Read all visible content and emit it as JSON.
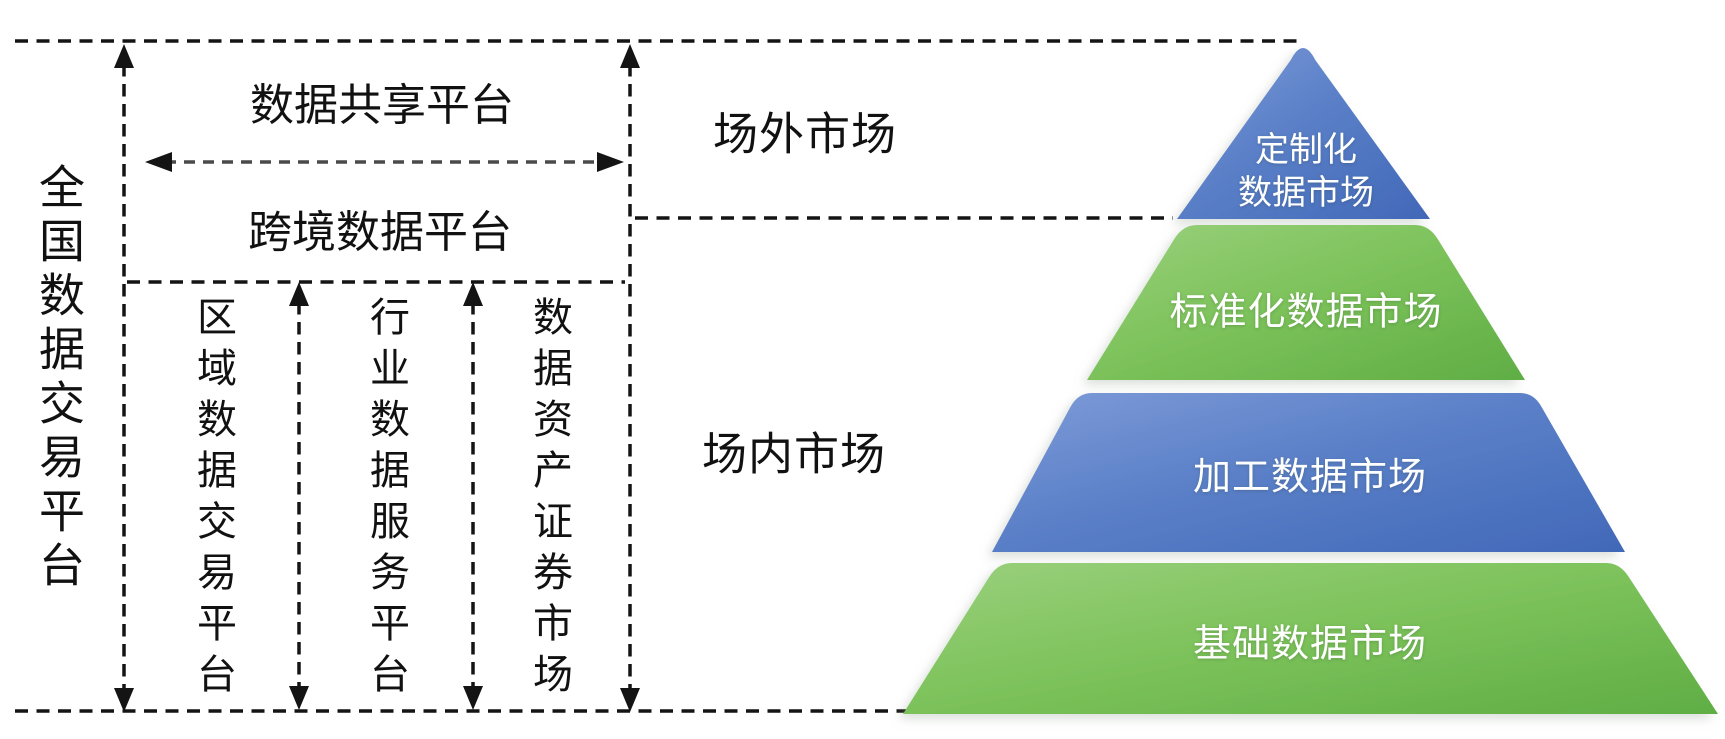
{
  "diagram": {
    "left_panel": {
      "main_label": "全国数据交易平台",
      "shared_platform": "数据共享平台",
      "crossborder_platform": "跨境数据平台",
      "columns": [
        "区域数据交易平台",
        "行业数据服务平台",
        "数据资产证券市场"
      ]
    },
    "market_labels": {
      "otc": "场外市场",
      "exchange": "场内市场"
    },
    "pyramid": {
      "levels": [
        {
          "label": "定制化数据市场",
          "label_lines": [
            "定制化",
            "数据市场"
          ],
          "color_key": "blue"
        },
        {
          "label": "标准化数据市场",
          "color_key": "green"
        },
        {
          "label": "加工数据市场",
          "color_key": "blue"
        },
        {
          "label": "基础数据市场",
          "color_key": "green"
        }
      ]
    },
    "colors": {
      "blue_light": "#7e9bd8",
      "blue_mid": "#5b80c8",
      "blue_dark": "#4168b8",
      "green_light": "#9ad07d",
      "green_mid": "#7ec35c",
      "green_dark": "#5fae44",
      "line": "#141414",
      "arrow_gray": "#4a4a4a"
    }
  }
}
